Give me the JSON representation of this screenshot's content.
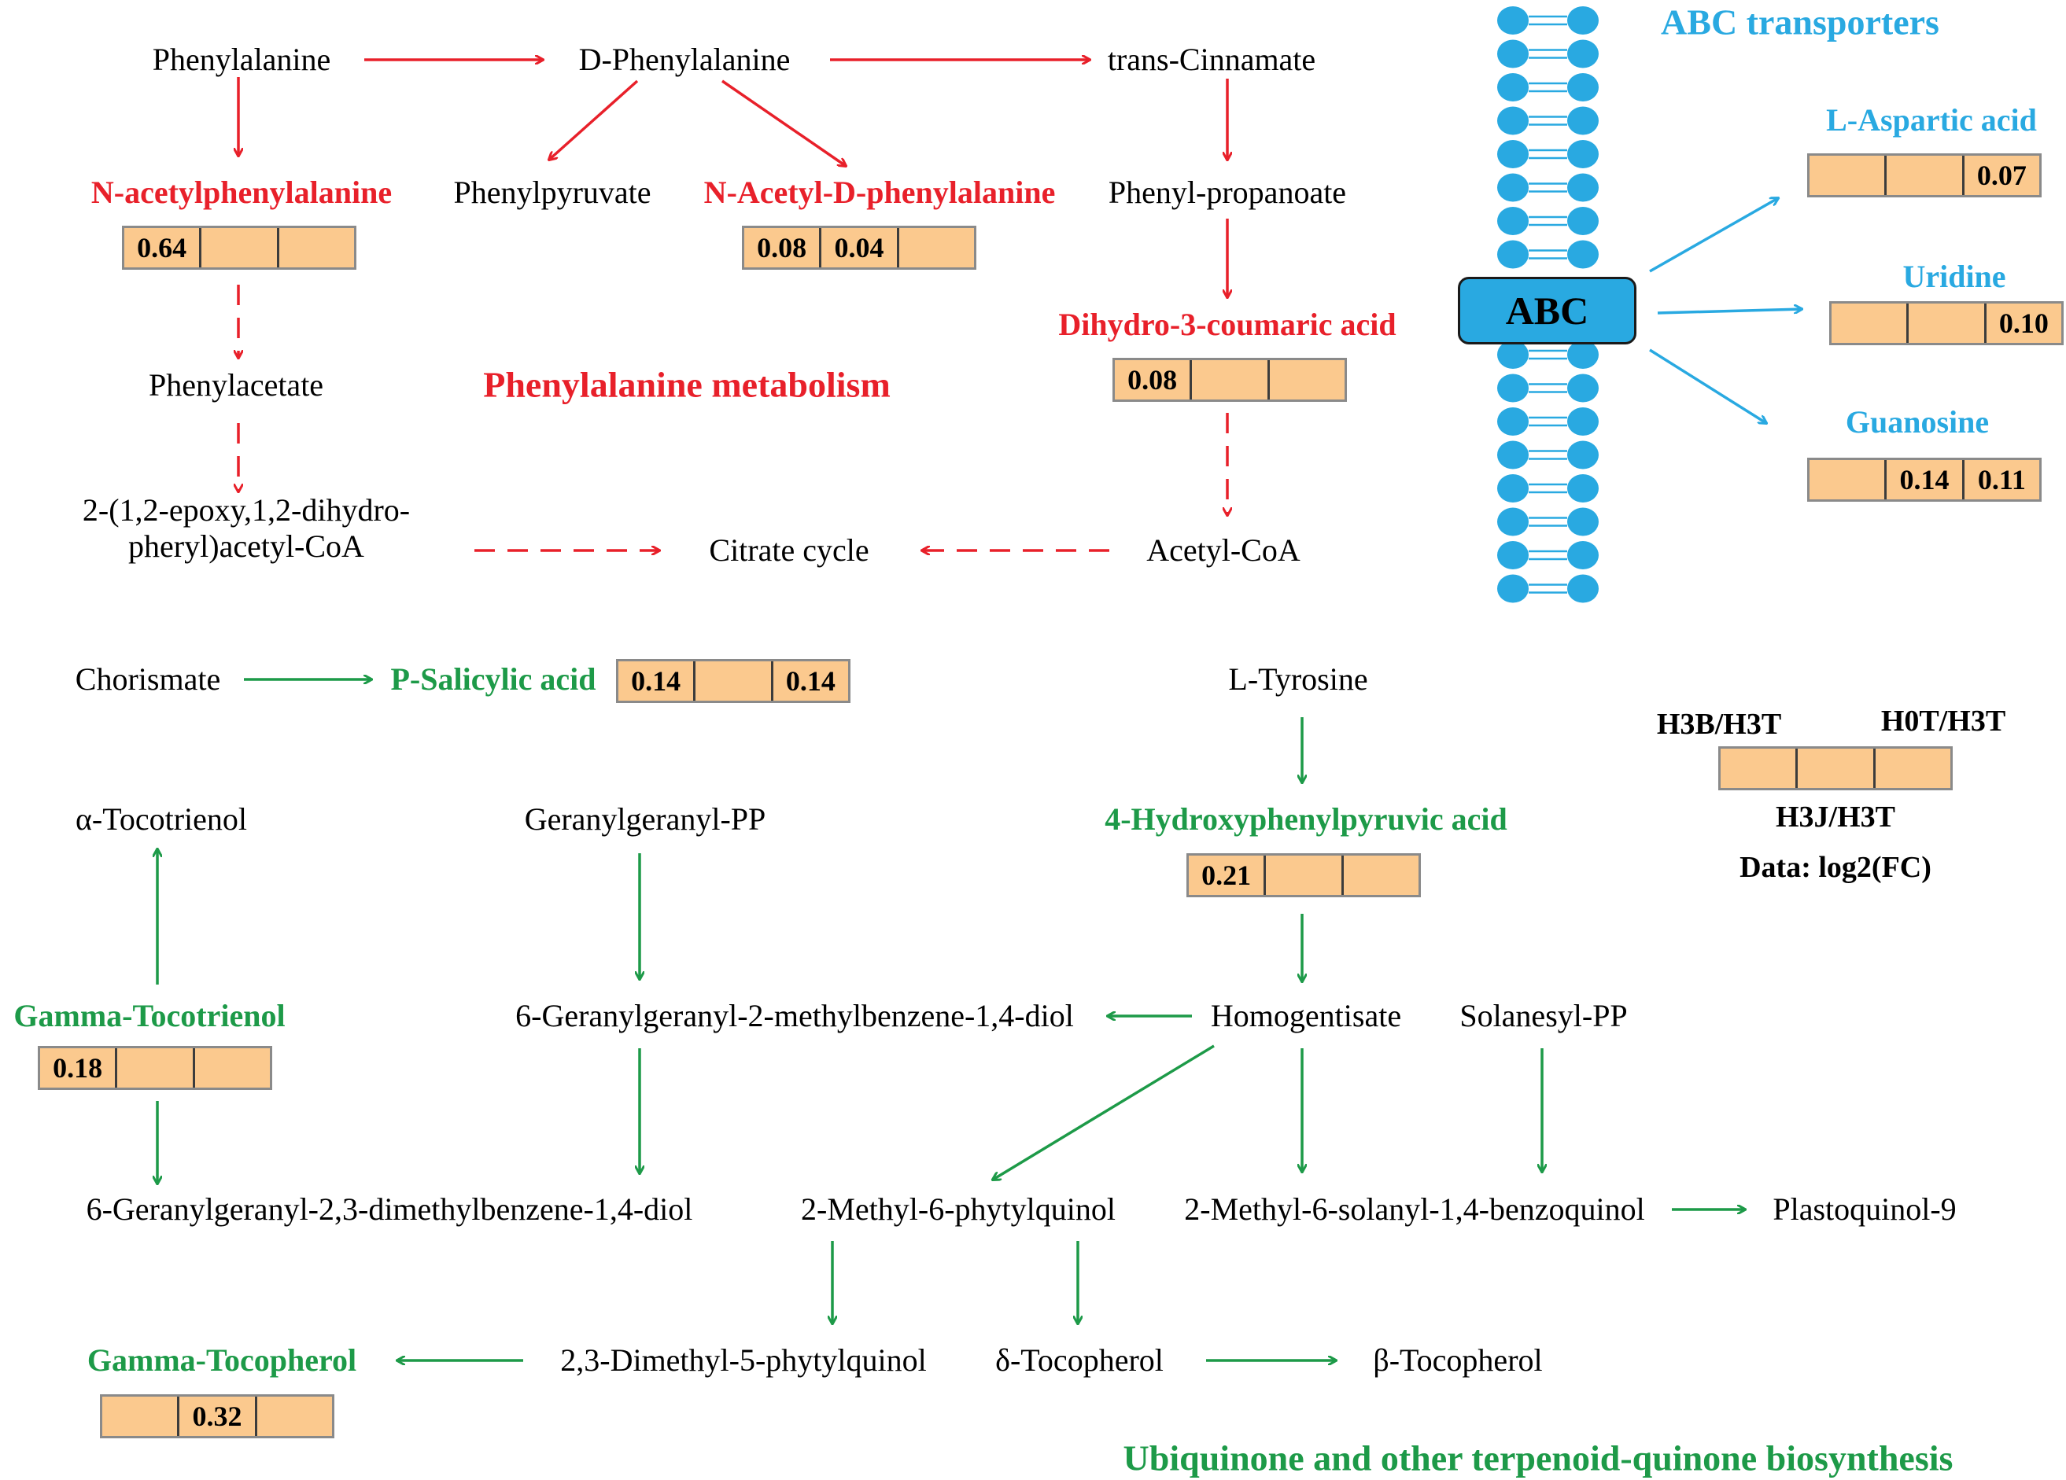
{
  "colors": {
    "phenylalanine_pathway": "#e8202a",
    "terpenoid_pathway": "#1d9a48",
    "abc_transport": "#29a9e1",
    "box_fill": "#fbc98e"
  },
  "titles": {
    "phenylalanine": "Phenylalanine metabolism",
    "ubiquinone": "Ubiquinone and other terpenoid-quinone biosynthesis",
    "abc": "ABC transporters"
  },
  "abc_label": "ABC",
  "legend": {
    "h3b": "H3B/H3T",
    "h0t": "H0T/H3T",
    "h3j": "H3J/H3T",
    "data": "Data: log2(FC)"
  },
  "metabolites": {
    "phenylalanine": "Phenylalanine",
    "d_phenylalanine": "D-Phenylalanine",
    "trans_cinnamate": "trans-Cinnamate",
    "n_acetylphenylalanine": "N-acetylphenylalanine",
    "phenylpyruvate": "Phenylpyruvate",
    "n_acetyl_d_phenylalanine": "N-Acetyl-D-phenylalanine",
    "phenyl_propanoate": "Phenyl-propanoate",
    "dihydro_3_coumaric_acid": "Dihydro-3-coumaric acid",
    "phenylacetate": "Phenylacetate",
    "epoxy_line1": "2-(1,2-epoxy,1,2-dihydro-",
    "epoxy_line2": "pheryl)acetyl-CoA",
    "citrate_cycle": "Citrate cycle",
    "acetyl_coa": "Acetyl-CoA",
    "chorismate": "Chorismate",
    "p_salicylic_acid": "P-Salicylic acid",
    "l_tyrosine": "L-Tyrosine",
    "alpha_tocotrienol": "α-Tocotrienol",
    "geranylgeranyl_pp": "Geranylgeranyl-PP",
    "hydroxyphenylpyruvic_acid": "4-Hydroxyphenylpyruvic acid",
    "gamma_tocotrienol": "Gamma-Tocotrienol",
    "ggmb_diol": "6-Geranylgeranyl-2-methylbenzene-1,4-diol",
    "homogentisate": "Homogentisate",
    "solanesyl_pp": "Solanesyl-PP",
    "ggdmb_diol": "6-Geranylgeranyl-2,3-dimethylbenzene-1,4-diol",
    "methyl_phytylquinol": "2-Methyl-6-phytylquinol",
    "methyl_solanyl_benzoquinol": "2-Methyl-6-solanyl-1,4-benzoquinol",
    "plastoquinol_9": "Plastoquinol-9",
    "gamma_tocopherol": "Gamma-Tocopherol",
    "dimethyl_phytylquinol": "2,3-Dimethyl-5-phytylquinol",
    "delta_tocopherol": "δ-Tocopherol",
    "beta_tocopherol": "β-Tocopherol",
    "l_aspartic_acid": "L-Aspartic acid",
    "uridine": "Uridine",
    "guanosine": "Guanosine"
  },
  "fold_changes": {
    "n_acetylphenylalanine": [
      "0.64",
      "",
      ""
    ],
    "n_acetyl_d_phenylalanine": [
      "0.08",
      "0.04",
      ""
    ],
    "dihydro_3_coumaric_acid": [
      "0.08",
      "",
      ""
    ],
    "p_salicylic_acid": [
      "0.14",
      "",
      "0.14"
    ],
    "hydroxyphenylpyruvic_acid": [
      "0.21",
      "",
      ""
    ],
    "gamma_tocotrienol": [
      "0.18",
      "",
      ""
    ],
    "gamma_tocopherol": [
      "",
      "0.32",
      ""
    ],
    "l_aspartic_acid": [
      "",
      "",
      "0.07"
    ],
    "uridine": [
      "",
      "",
      "0.10"
    ],
    "guanosine": [
      "",
      "0.14",
      "0.11"
    ],
    "legend": [
      "",
      "",
      ""
    ]
  }
}
